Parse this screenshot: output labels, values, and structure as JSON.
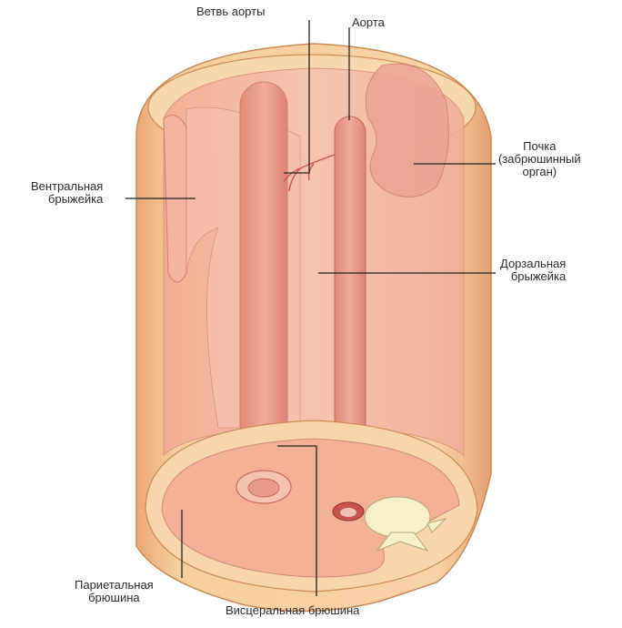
{
  "labels": {
    "aorta_branch": "Ветвь аорты",
    "aorta": "Аорта",
    "kidney": [
      "Почка",
      "(забрюшинный",
      "орган)"
    ],
    "ventral_mesentery": [
      "Вентральная",
      "брыжейка"
    ],
    "dorsal_mesentery": [
      "Дорзальная",
      "брыжейка"
    ],
    "parietal_peritoneum": [
      "Париетальная",
      "брюшина"
    ],
    "visceral_peritoneum": "Висцеральная брюшина"
  },
  "colors": {
    "outer_wall": "#f7cf9f",
    "outer_wall_edge": "#c98a55",
    "inner_cavity": "#f4b6a1",
    "membrane": "#f6bfae",
    "vessel": "#ea9a8a",
    "vessel_dark": "#c7534f",
    "kidney": "#eba594",
    "spine": "#f7efc8",
    "leader_line": "#222222"
  }
}
